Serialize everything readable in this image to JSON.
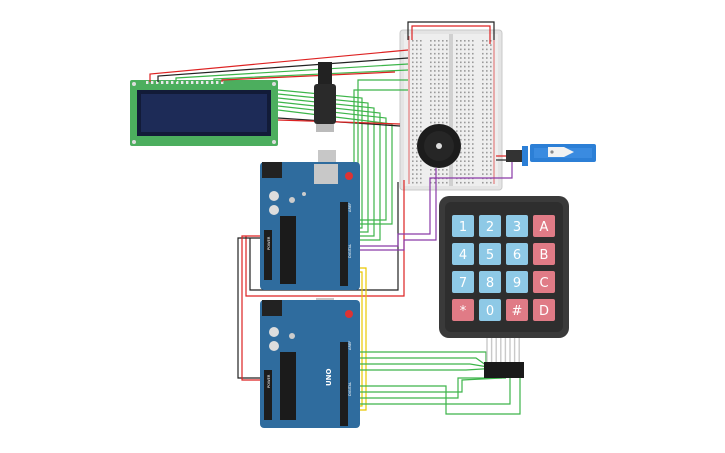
{
  "keypad": {
    "rows": [
      [
        {
          "label": "1",
          "type": "num"
        },
        {
          "label": "2",
          "type": "num"
        },
        {
          "label": "3",
          "type": "num"
        },
        {
          "label": "A",
          "type": "letter"
        }
      ],
      [
        {
          "label": "4",
          "type": "num"
        },
        {
          "label": "5",
          "type": "num"
        },
        {
          "label": "6",
          "type": "num"
        },
        {
          "label": "B",
          "type": "letter"
        }
      ],
      [
        {
          "label": "7",
          "type": "num"
        },
        {
          "label": "8",
          "type": "num"
        },
        {
          "label": "9",
          "type": "num"
        },
        {
          "label": "C",
          "type": "letter"
        }
      ],
      [
        {
          "label": "*",
          "type": "letter"
        },
        {
          "label": "0",
          "type": "num"
        },
        {
          "label": "#",
          "type": "letter"
        },
        {
          "label": "D",
          "type": "letter"
        }
      ]
    ]
  },
  "arduino_top": {
    "aref_label": "AREF",
    "digital_label": "DIGITAL",
    "power_label": "POWER"
  },
  "arduino_bottom": {
    "brand_label": "UNO",
    "aref_label": "AREF",
    "digital_label": "DIGITAL",
    "power_label": "POWER"
  },
  "colors": {
    "board_blue": "#2f6c9e",
    "keypad_body": "#3a3a3a",
    "key_blue": "#8ec9e6",
    "key_red": "#e07b86",
    "lcd_green": "#4cae5e",
    "lcd_screen": "#1d2b57",
    "wire_green": "#3db54a",
    "wire_red": "#d22",
    "wire_black": "#222",
    "wire_yellow": "#e9c700",
    "wire_purple": "#8a3aa8",
    "servo_blue": "#2c7fd6"
  },
  "icons": {
    "buzzer": "buzzer-icon",
    "servo": "servo-motor-icon",
    "lcd": "lcd-display-icon"
  }
}
